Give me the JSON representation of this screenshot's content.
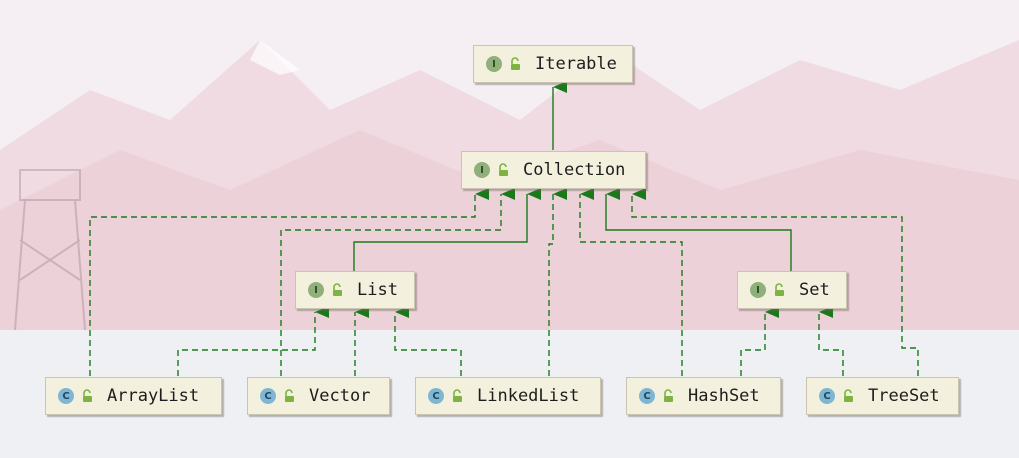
{
  "diagram": {
    "nodes": {
      "iterable": {
        "label": "Iterable",
        "kind": "interface",
        "badge": "I"
      },
      "collection": {
        "label": "Collection",
        "kind": "interface",
        "badge": "I"
      },
      "list": {
        "label": "List",
        "kind": "interface",
        "badge": "I"
      },
      "set": {
        "label": "Set",
        "kind": "interface",
        "badge": "I"
      },
      "arraylist": {
        "label": "ArrayList",
        "kind": "class",
        "badge": "C"
      },
      "vector": {
        "label": "Vector",
        "kind": "class",
        "badge": "C"
      },
      "linkedlist": {
        "label": "LinkedList",
        "kind": "class",
        "badge": "C"
      },
      "hashset": {
        "label": "HashSet",
        "kind": "class",
        "badge": "C"
      },
      "treeset": {
        "label": "TreeSet",
        "kind": "class",
        "badge": "C"
      }
    },
    "edges": [
      {
        "from": "collection",
        "to": "iterable",
        "type": "extends"
      },
      {
        "from": "list",
        "to": "collection",
        "type": "extends"
      },
      {
        "from": "set",
        "to": "collection",
        "type": "extends"
      },
      {
        "from": "arraylist",
        "to": "collection",
        "type": "implements"
      },
      {
        "from": "vector",
        "to": "collection",
        "type": "implements"
      },
      {
        "from": "linkedlist",
        "to": "collection",
        "type": "implements"
      },
      {
        "from": "hashset",
        "to": "collection",
        "type": "implements"
      },
      {
        "from": "treeset",
        "to": "collection",
        "type": "implements"
      },
      {
        "from": "arraylist",
        "to": "list",
        "type": "implements"
      },
      {
        "from": "vector",
        "to": "list",
        "type": "implements"
      },
      {
        "from": "linkedlist",
        "to": "list",
        "type": "implements"
      },
      {
        "from": "hashset",
        "to": "set",
        "type": "implements"
      },
      {
        "from": "treeset",
        "to": "set",
        "type": "implements"
      }
    ],
    "colors": {
      "edge": "#1a7a1a",
      "node_fill": "#f3f0de",
      "interface_badge": "#8fb07a",
      "class_badge": "#7fb6d4",
      "lock": "#7cb342"
    }
  }
}
